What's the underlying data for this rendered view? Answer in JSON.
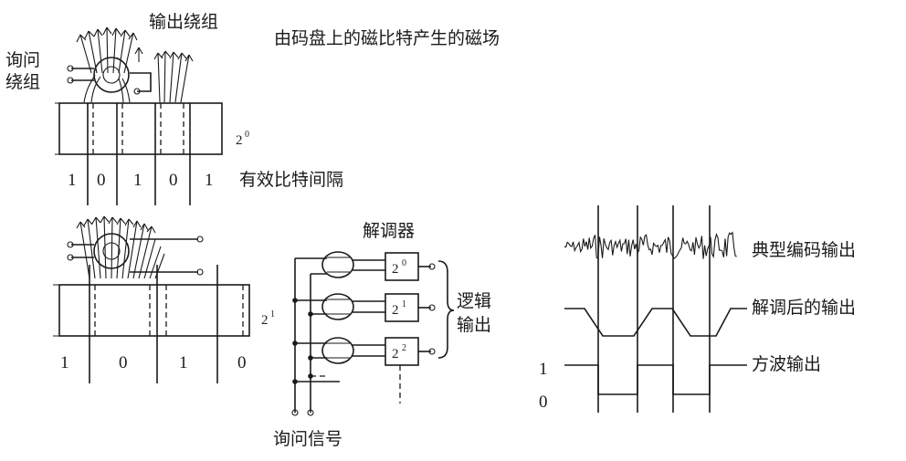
{
  "labels": {
    "output_winding": "输出绕组",
    "interrogate_winding_1": "询问",
    "interrogate_winding_2": "绕组",
    "field_caption": "由码盘上的磁比特产生的磁场",
    "valid_bit_interval": "有效比特间隔",
    "demodulator": "解调器",
    "logic_output_1": "逻辑",
    "logic_output_2": "输出",
    "interrogate_signal": "询问信号",
    "typical_code_output": "典型编码输出",
    "demodulated_output": "解调后的输出",
    "square_wave_output": "方波输出"
  },
  "track_top": {
    "label_base": "2",
    "label_exp": "0",
    "bits": [
      "1",
      "0",
      "1",
      "0",
      "1"
    ]
  },
  "track_bottom": {
    "label_base": "2",
    "label_exp": "1",
    "bits": [
      "1",
      "0",
      "1",
      "0"
    ]
  },
  "demodulator_blocks": [
    {
      "base": "2",
      "exp": "0"
    },
    {
      "base": "2",
      "exp": "1"
    },
    {
      "base": "2",
      "exp": "2"
    }
  ],
  "square_wave_levels": {
    "high": "1",
    "low": "0"
  }
}
